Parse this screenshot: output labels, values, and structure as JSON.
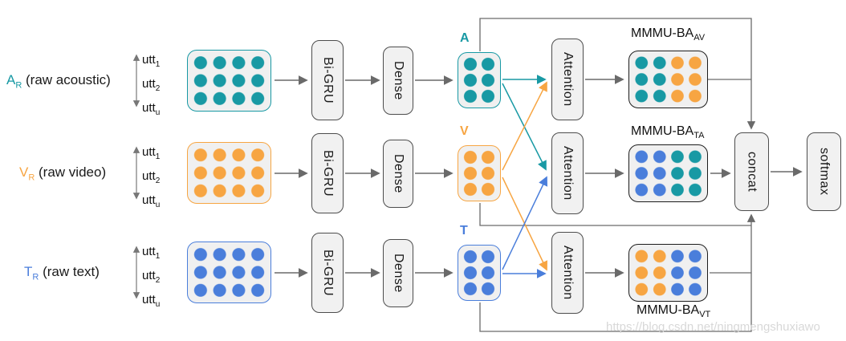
{
  "colors": {
    "acoustic": "#1899a4",
    "video": "#f7a542",
    "text_modality": "#4a7edb",
    "arrow": "#6a6a6a",
    "box_fill": "#f1f1f1",
    "box_border": "#4d4d4d",
    "matrix_fill": "#f0f0f0",
    "label_text": "#1a1a1a",
    "watermark": "#d8d8d8"
  },
  "rows": [
    {
      "symbol": "A",
      "symbol_sub": "R",
      "desc": " (raw acoustic)",
      "feature_label": "A"
    },
    {
      "symbol": "V",
      "symbol_sub": "R",
      "desc": " (raw video)",
      "feature_label": "V"
    },
    {
      "symbol": "T",
      "symbol_sub": "R",
      "desc": " (raw text)",
      "feature_label": "T"
    }
  ],
  "utt_labels": [
    {
      "base": "utt",
      "sub": "1"
    },
    {
      "base": "utt",
      "sub": "2"
    },
    {
      "base": "utt",
      "sub": "u"
    }
  ],
  "boxes": {
    "bigru": "Bi-GRU",
    "dense": "Dense",
    "attention": "Attention",
    "concat": "concat",
    "softmax": "softmax"
  },
  "fusion": [
    {
      "name": "MMMU-BA",
      "sub": "AV"
    },
    {
      "name": "MMMU-BA",
      "sub": "TA"
    },
    {
      "name": "MMMU-BA",
      "sub": "VT"
    }
  ],
  "watermark": "https://blog.csdn.net/ningmengshuxiawo"
}
